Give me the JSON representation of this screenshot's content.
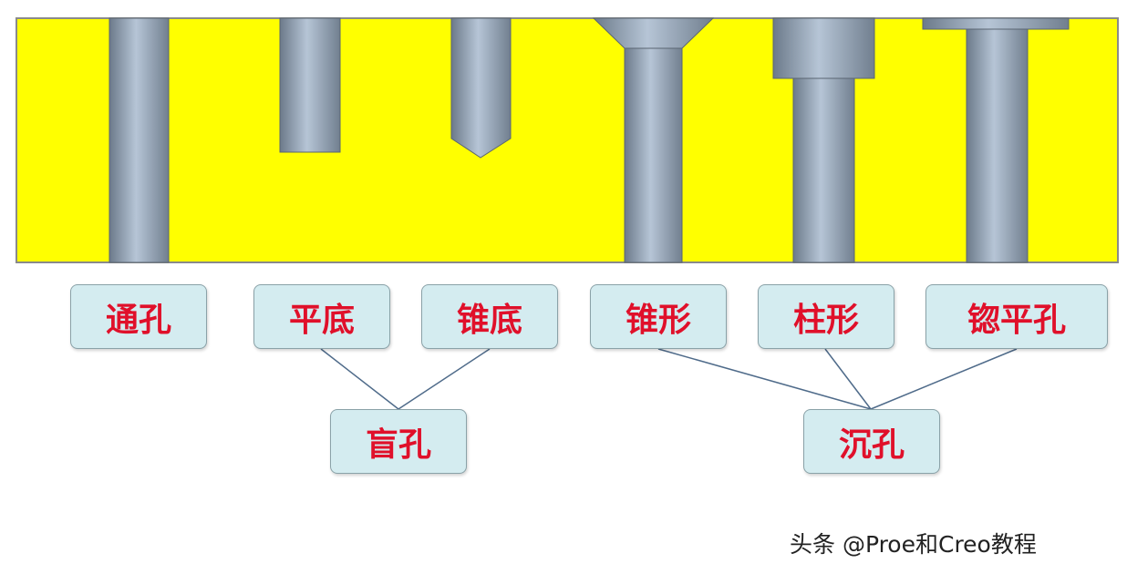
{
  "colors": {
    "plate": "#ffff00",
    "plate_edge": "#8a8a8a",
    "steel": "#9aa9b9",
    "label_fill": "#d4ecf0",
    "label_text": "#e0102a",
    "connector": "#4f6b8a"
  },
  "hole_types": [
    {
      "label": "通孔",
      "shape": "through-hole"
    },
    {
      "label": "平底",
      "shape": "flat-bottom-hole"
    },
    {
      "label": "锥底",
      "shape": "cone-bottom-hole"
    },
    {
      "label": "锥形",
      "shape": "countersunk-hole"
    },
    {
      "label": "柱形",
      "shape": "counterbored-hole"
    },
    {
      "label": "锪平孔",
      "shape": "spotface-hole"
    }
  ],
  "groups": {
    "blind": {
      "label": "盲孔",
      "members": [
        "平底",
        "锥底"
      ]
    },
    "sink": {
      "label": "沉孔",
      "members": [
        "锥形",
        "柱形",
        "锪平孔"
      ]
    }
  },
  "watermark": "头条 @Proe和Creo教程"
}
